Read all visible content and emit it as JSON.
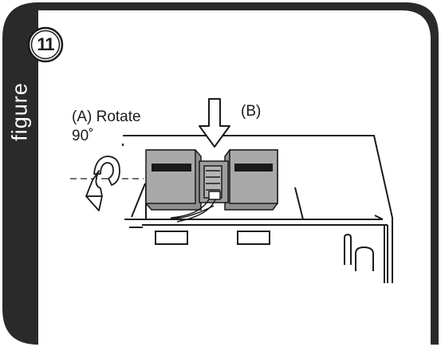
{
  "figure": {
    "word": "figure",
    "number": "11"
  },
  "labels": {
    "rotate": "(A) Rotate",
    "degrees": "90˚",
    "push": "(B)"
  },
  "colors": {
    "frame": "#2a2a2a",
    "block": "#a9a9a9",
    "block_dark": "#8f8f8f",
    "slot": "#1a1a1a",
    "line": "#1a1a1a"
  },
  "icons": {
    "rotate": "curved-rotate-arrow-icon",
    "push": "down-arrow-icon"
  }
}
